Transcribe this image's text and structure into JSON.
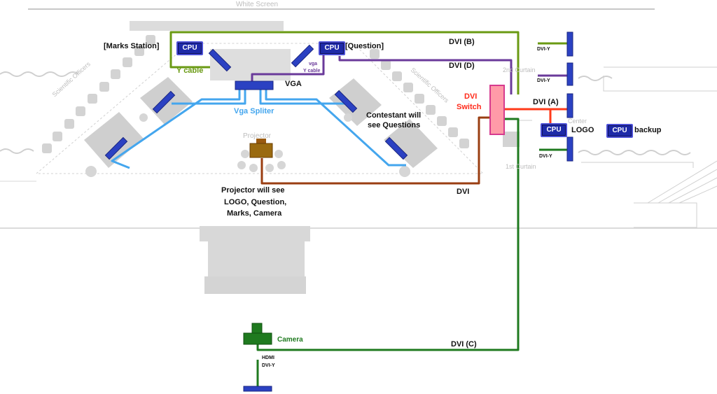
{
  "title": "White Screen",
  "colors": {
    "green_cable": "#6a9a13",
    "purple_cable": "#6a3a9a",
    "blue_cable": "#44a6ee",
    "red_cable": "#ff3a1a",
    "brown_cable": "#9a3e12",
    "dark_green_cable": "#1f7a1f",
    "switch_fill": "#ff9aa8",
    "switch_border": "#d63a8e",
    "monitor_blue": "#2b41c2",
    "floor_grey": "#d8d8d8"
  },
  "labels": {
    "marks_station": "[Marks Station]",
    "question": "[Question]",
    "y_cable_left": "Y cable",
    "vga_small": "vga",
    "y_cable_small": "Y cable",
    "vga": "VGA",
    "vga_spliter": "Vga Spliter",
    "contestant_line1": "Contestant will",
    "contestant_line2": "see Questions",
    "projector": "Projector",
    "projector_note_1": "Projector will see",
    "projector_note_2": "LOGO, Question,",
    "projector_note_3": "Marks, Camera",
    "dvi_b": "DVI (B)",
    "dvi_d": "DVI (D)",
    "dvi_a": "DVI (A)",
    "dvi_c": "DVI (C)",
    "dvi": "DVI",
    "dvi_switch_1": "DVI",
    "dvi_switch_2": "Switch",
    "dvi_y_1": "DVI-Y",
    "dvi_y_2": "DVI-Y",
    "dvi_y_3": "DVI-Y",
    "logo": "LOGO",
    "backup": "backup",
    "camera": "Camera",
    "hdmi": "HDMI",
    "dvi_y_camera": "DVI-Y",
    "curtain_2nd": "2nd Curtain",
    "curtain_1st": "1st Curtain",
    "center": "Center",
    "scientific_officers_left": "Scientific Officers",
    "scientific_officers_right": "Scientific Officers"
  },
  "cpu": {
    "label": "CPU"
  }
}
